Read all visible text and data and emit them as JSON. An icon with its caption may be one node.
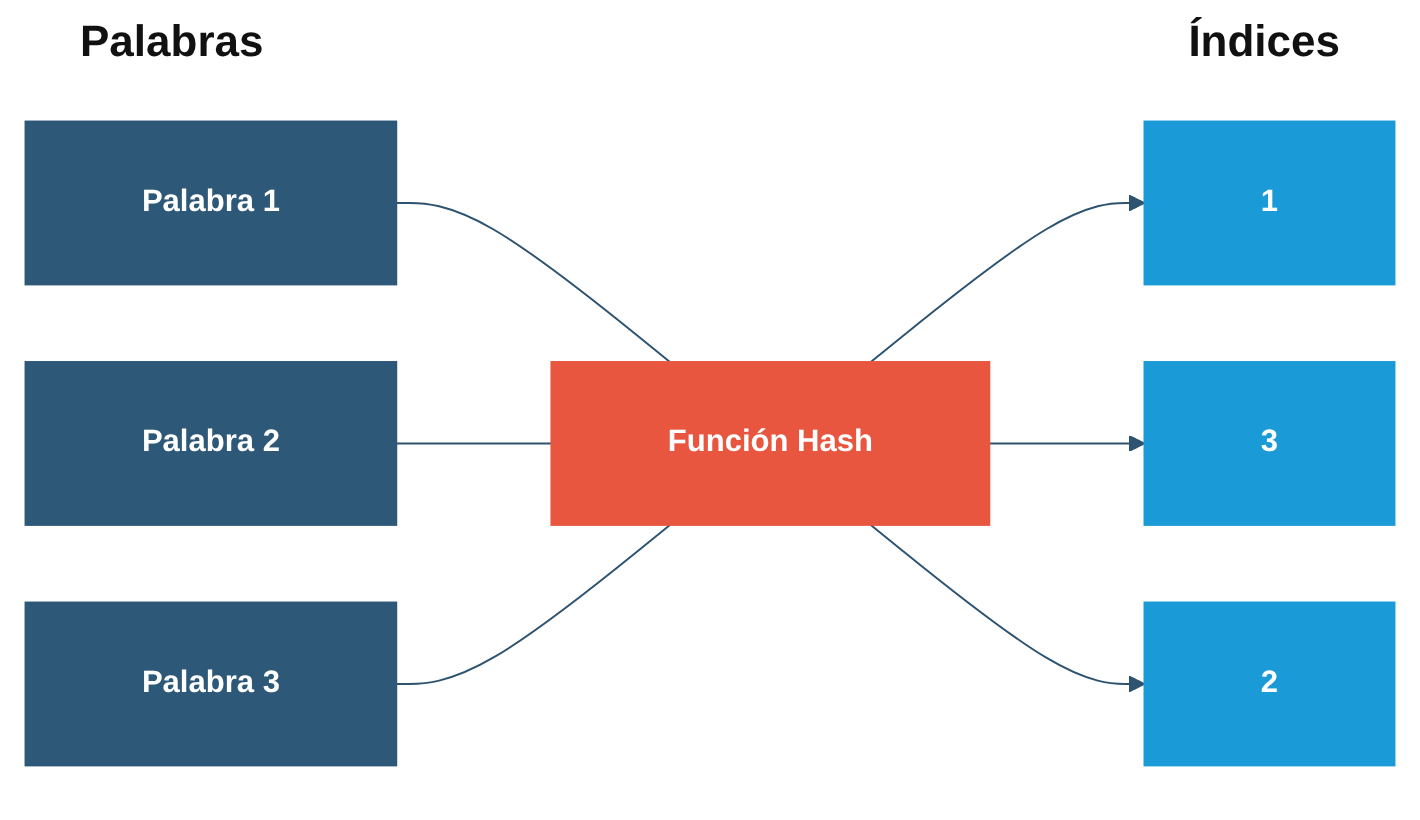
{
  "diagram": {
    "nodes": [
      {
        "text": [
          "Palabra 1"
        ]
      },
      {
        "text": [
          "Palabra 2"
        ]
      },
      {
        "text": [
          "Palabra 3"
        ]
      },
      {
        "text": [
          "Función Hash"
        ]
      },
      {
        "text": [
          "1"
        ]
      },
      {
        "text": [
          "3"
        ]
      },
      {
        "text": [
          "2"
        ]
      }
    ],
    "edges": [
      {
        "from": 0,
        "to": 3,
        "arrow": "none"
      },
      {
        "from": 1,
        "to": 3,
        "arrow": "none"
      },
      {
        "from": 2,
        "to": 3,
        "arrow": "none"
      },
      {
        "from": 3,
        "to": 4,
        "arrow": "to"
      },
      {
        "from": 3,
        "to": 5,
        "arrow": "to"
      },
      {
        "from": 3,
        "to": 6,
        "arrow": "to"
      }
    ],
    "labels": [
      "Palabras",
      "Índices"
    ]
  }
}
